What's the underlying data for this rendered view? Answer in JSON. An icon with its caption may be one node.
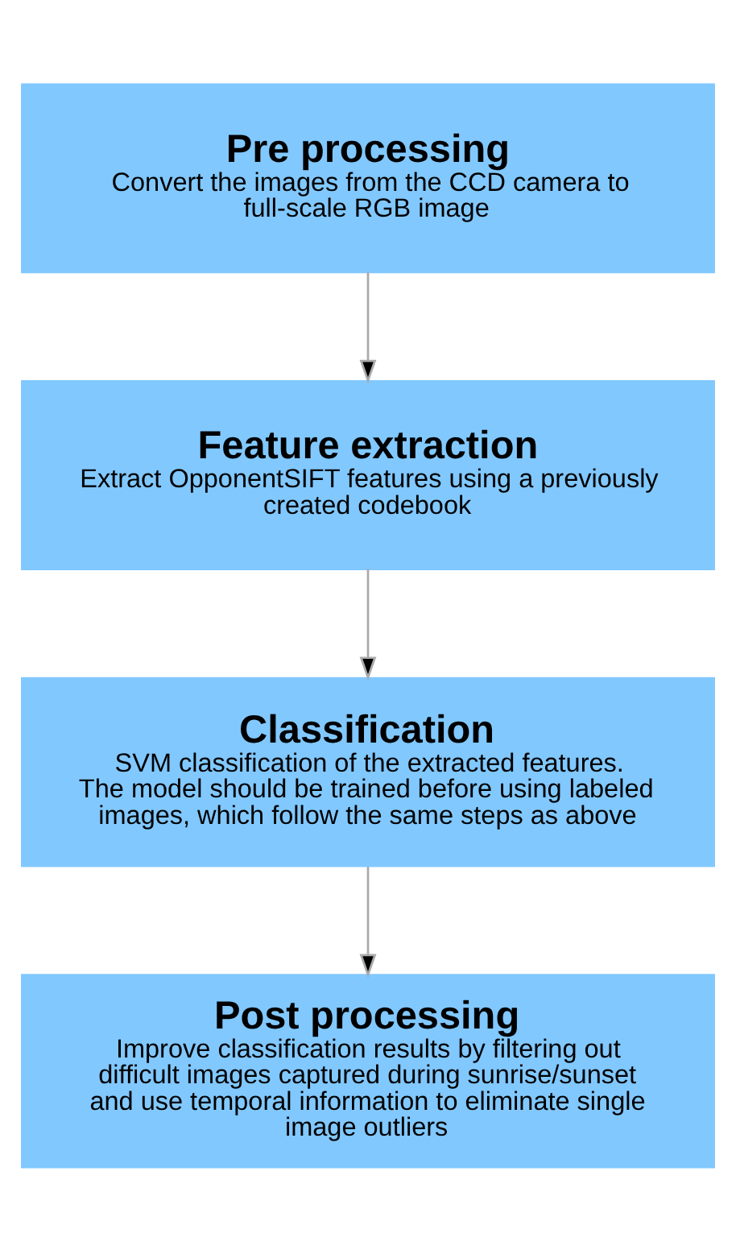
{
  "diagram": {
    "nodes": [
      {
        "text": [
          "Pre processing",
          "Convert the images from the CCD camera to full-scale RGB image"
        ]
      },
      {
        "text": [
          "Feature extraction",
          "Extract OpponentSIFT features using a previously created codebook"
        ]
      },
      {
        "text": [
          "Classification",
          "SVM classification of the extracted features. The model should be trained before using labeled images, which follow the same steps as above"
        ]
      },
      {
        "text": [
          "Post processing",
          "Improve classification results by filtering out difficult images captured during sunrise/sunset and use temporal information to eliminate single image outliers"
        ]
      }
    ],
    "edges": [
      {
        "from": 0,
        "to": 1,
        "arrow": "to"
      },
      {
        "from": 1,
        "to": 2,
        "arrow": "to"
      },
      {
        "from": 2,
        "to": 3,
        "arrow": "to"
      }
    ]
  }
}
